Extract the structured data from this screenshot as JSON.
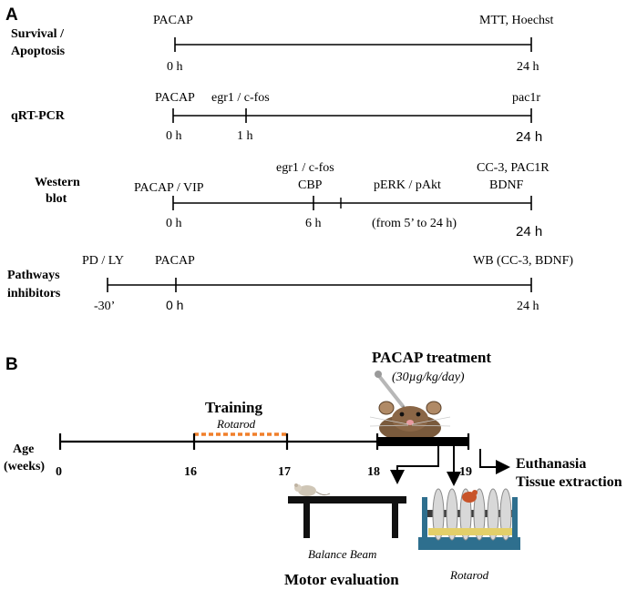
{
  "panel_a": {
    "label": "A",
    "rows": [
      {
        "title_lines": [
          "Survival /",
          "Apoptosis"
        ],
        "top_labels": [
          "PACAP",
          "MTT, Hoechst"
        ],
        "time_labels": [
          "0 h",
          "24 h"
        ]
      },
      {
        "title_lines": [
          "qRT-PCR"
        ],
        "top_labels": [
          "PACAP",
          "egr1 / c-fos",
          "pac1r"
        ],
        "time_labels": [
          "0 h",
          "1 h",
          "24 h"
        ]
      },
      {
        "title_lines": [
          "Western",
          "blot"
        ],
        "top_labels": [
          "PACAP / VIP",
          "egr1 / c-fos",
          "CBP",
          "pERK / pAkt",
          "CC-3, PAC1R",
          "BDNF"
        ],
        "time_labels": [
          "0 h",
          "6 h",
          "(from 5’ to 24 h)",
          "24 h"
        ]
      },
      {
        "title_lines": [
          "Pathways",
          "inhibitors"
        ],
        "top_labels": [
          "PD / LY",
          "PACAP",
          "WB (CC-3, BDNF)"
        ],
        "time_labels": [
          "-30’",
          "0 h",
          "24 h"
        ]
      }
    ]
  },
  "panel_b": {
    "label": "B",
    "axis_title_lines": [
      "Age",
      "(weeks)"
    ],
    "ticks": [
      "0",
      "16",
      "17",
      "18",
      "19"
    ],
    "training_title": "Training",
    "training_sub": "Rotarod",
    "treatment_title": "PACAP treatment",
    "treatment_dose": "(30µg/kg/day)",
    "euthanasia_lines": [
      "Euthanasia",
      "Tissue extraction"
    ],
    "balance_beam_label": "Balance Beam",
    "rotarod_label": "Rotarod",
    "motor_evaluation_label": "Motor evaluation",
    "colors": {
      "line": "#000000",
      "training_dash": "#f07f2a",
      "mouse_fur": "#7a5a3c",
      "rotarod_frame": "#2e6f8e",
      "rotarod_mouse": "#c8542a"
    }
  }
}
